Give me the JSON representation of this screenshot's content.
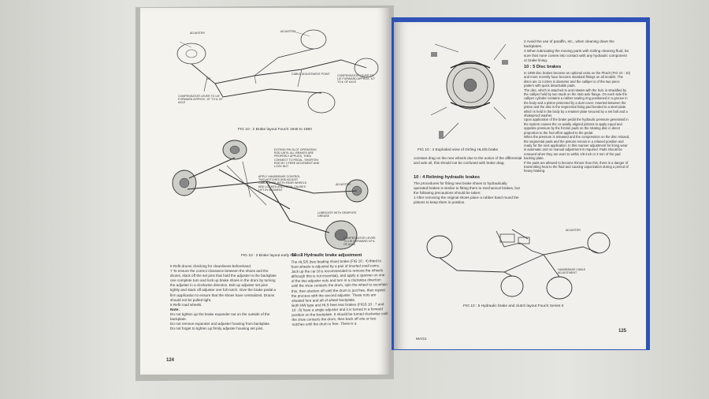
{
  "left_page": {
    "fig1_labels": {
      "adjuster_left": "ADJUSTER",
      "adjuster_top": "ADJUSTER",
      "cable_adjustment": "CABLE ADJUSTMENT POINT",
      "compensator_lever_right": "COMPENSATOR LEVER TO LIE FORWARD APPROX. 10° TO ℄ OF AXLE",
      "compensator_lever_left": "COMPENSATOR LEVER TO LIE FORWARD APPROX. 10° TO ℄ OF AXLE",
      "angle": "10°"
    },
    "fig1_caption": "FIG 10 : 2   Brake layout Four/4 1946 to 1960",
    "fig2_labels": {
      "note_top": "EXTEND PIN SLOT OPERATING ROD UNTIL ALL BRAKES ARE PROPERLY APPLIED, THEN CONNECT TO PEDAL. SHORTEN ROD BY 3 FREE MOVEMENT AND LOCK NUT",
      "note_mid": "APPLY HANDBRAKE CONTROL TWO NOTCHES AND ADJUST CABLE UNTIL BOTH REAR WHEELS ARE LOCKED AND PEDAL CAUSES LIFT IN SEGMENT",
      "adjuster": "ADJUSTER",
      "lubricate": "LUBRICATE WITH GRAPHITE GREASE",
      "compensator": "COMPENSATOR LEVER TO LIE FORWARD OF ℄ OF AXLE"
    },
    "fig2_caption": "FIG 10 : 3   Brake layout early Plus/4s",
    "col1": [
      "6  Refit drums checking for cleanliness beforehand.",
      "7  To ensure the correct clearance between the shoes and the drums, slack off the set pins that hold the adjuster to the backplate one complete turn and lock up brake shoes in the drum by turning the adjuster in a clockwise direction. Bolt up adjuster set pins tightly and slack off adjuster one full notch. Give the brake pedal a firm application to ensure that the shoes have centralized. Drums should not be pulled tight.",
      "8  Refit road wheels."
    ],
    "note_label": "Note:",
    "note_items": [
      "Do not tighten up the brake expander nut on the outside of the backplate.",
      "Do not remove expander and adjuster housing from backplate.",
      "Do not forget to tighten up firmly adjuster housing set pins."
    ],
    "col2_heading": "10 : 3  Hydraulic brake adjustment",
    "col2": [
      "The HLS/5 (two leading shoe) brake (FIG 10 : 4) fitted to front wheels is adjusted by a pair of knurled snail cams. Jack up the car (it is recommended to remove the wheels although this is not essential), and apply a spanner on one of the two adjuster nuts and turn in a clockwise direction until the shoe contacts the drum, spin the wheel to ascertain this, then slacken off until the drum is just free, then repeat the process with the second adjuster. These nuts are situated fore and aft of wheel backplate.",
      "Both HW type and HLS heel rear brakes (FIGS 10 : 7 and 10 : 8) have a single adjuster and it is turned in a forward position on the backplate. It should be turned clockwise until the shoe contacts the drum, then back off one or two notches until the drum is free. There is a"
    ],
    "page_number": "124"
  },
  "right_page": {
    "fig4_caption": "FIG 10 : 4   Exploded view of Girling HLS/5 brake",
    "col1": [
      "constant drag on the rear wheels due to the action of the differential and axle oil, this should not be confused with brake drag."
    ],
    "col1_heading": "10 : 4  Relining hydraulic brakes",
    "col1b": [
      "The procedures for fitting new brake shoes to hydraulically operated brakes is similar to fitting them to mechanical brakes, but the following precautions should be taken:",
      "1  After removing the original shoes place a rubber band round the pistons to keep them in position."
    ],
    "col2": [
      "2  Avoid the use of paraffin, etc., when cleaning down the backplates.",
      "3  When lubricating the moving parts with Girling cleaning fluid, be sure that none comes into contact with any hydraulic component or brake lining."
    ],
    "col2_heading": "10 : 5  Disc brakes",
    "col2b": [
      "In 1959 disc brakes became an optional extra on the Plus/4 (FIG 10 : 10) and more recently have become standard fittings on all models. The discs are 11 inches in diameter and the calliper is of the two piece pattern with quick detachable pads.",
      "The disc, which is attached to and rotates with the hub, is straddled by the calliper held by two studs on the stub axle flange. On each side the calliper cylinder contains a rubber sealing ring positioned in a groove in the body and a piston protected by a dust cover. Inserted between the piston and the disc is the segmental lining pad bonded to a steel plate which is held in the body by a retainer plate secured by a set bolt and a shakeproof washer.",
      "Upon application of the brake pedal the hydraulic pressure generated in the system causes the co-axially aligned pistons to apply equal and opposite pressure by the friction pads on the rotating disc in direct proportion to the foot effort applied to the pedal.",
      "When the pressure is released and the compression on the disc relaxed, the segmental pads and the pistons remain in a relaxed position and ready for the next application. In this manner adjustment for lining wear is automatic and no manual adjustment is required. Pads should be renewed when they are worn to within 1/8 inch or 3 mm of the pad backing plate.",
      "If the pads are allowed to become thinner than this, there is a danger of transmitting heat to the fluid and causing vaporization during a period of heavy braking."
    ],
    "fig5_labels": {
      "adjuster": "ADJUSTER",
      "handbrake": "HANDBRAKE CABLE ADJUSTMENT"
    },
    "fig5_caption": "FIG 10 : 5   Hydraulic brake and clutch layout Four/4 Series II",
    "footer_left": "MAG1",
    "page_number": "125"
  }
}
